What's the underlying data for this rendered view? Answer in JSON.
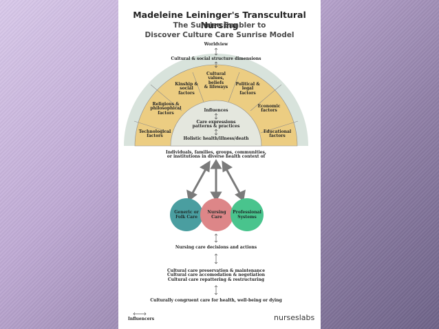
{
  "title": "Madeleine Leininger's Transcultural Nursing",
  "subtitle_line1": "The Sunrise Enabler to",
  "subtitle_line2": "Discover Culture Care Sunrise Model",
  "worldview": "Worldview",
  "cultural_social": "Cultural & social structure dimensions",
  "segments": {
    "technological": [
      "Technological",
      "factors"
    ],
    "religious": [
      "Religious &",
      "philosophical",
      "factors"
    ],
    "kinship": [
      "Kinship &",
      "social",
      "factors"
    ],
    "cultural_values": [
      "Cultural",
      "values,",
      "beliefs",
      "& lifeways"
    ],
    "political": [
      "Political &",
      "legal",
      "factors"
    ],
    "economic": [
      "Economic",
      "factors"
    ],
    "educational": [
      "Educational",
      "factors"
    ]
  },
  "influences": "Influences",
  "care_expressions": [
    "Care expressions",
    "patterns & practices"
  ],
  "holistic": "Holistic health/illness/death",
  "individuals": [
    "Individuals, families, groups, communities,",
    "or institutions in diverse health context of"
  ],
  "circles": {
    "generic": [
      "Generic or",
      "Folk Care"
    ],
    "nursing": [
      "Nursing",
      "Care"
    ],
    "professional": [
      "Professional",
      "Systems"
    ]
  },
  "decisions": "Nursing care decisions and actions",
  "preservation": [
    "Cultural care preservation & maintenance",
    "Cultural care accomodation & negotiation",
    "Cultural care repattering & restructuring"
  ],
  "congruent": "Culturally congruent care for health, well-being or dying",
  "legend": "Influencers",
  "logo": "nurseslabs",
  "colors": {
    "outer_arc": "#d8e3dc",
    "segments": "#eccd82",
    "inner_arc": "#e4e7de",
    "generic_circle": "#4a9ea0",
    "nursing_circle": "#dd8688",
    "professional_circle": "#49c48d"
  }
}
